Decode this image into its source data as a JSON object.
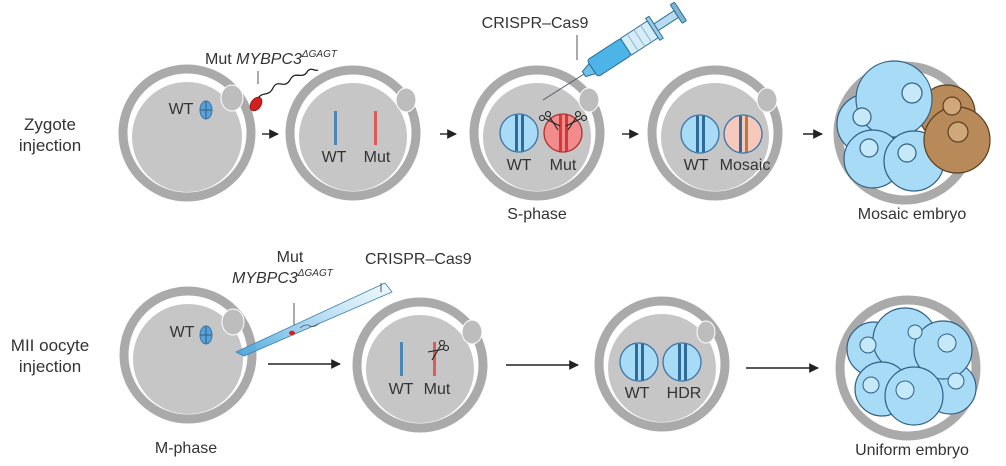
{
  "colors": {
    "zona": "#a9a9a9",
    "cytoplasm": "#c6c6c6",
    "polar_body": "#bdbdbd",
    "wt_blue": "#4a86b8",
    "wt_fill": "#a8dbf5",
    "mut_red": "#e05a5a",
    "mut_fill": "#f28c8c",
    "mosaic_fill": "#f7c8bc",
    "mosaic_brown": "#b88a5a",
    "sperm_red": "#d42020",
    "text": "#333333",
    "arrow": "#222222",
    "syringe_blue": "#6cc2ea"
  },
  "rows": [
    {
      "label_line1": "Zygote",
      "label_line2": "injection",
      "injection_label_prefix": "Mut ",
      "gene": "MYBPC3",
      "gene_superscript": "ΔGAGT",
      "crispr_label": "CRISPR–Cas9",
      "stages": [
        {
          "id": "zygote",
          "nucleus_label": "WT"
        },
        {
          "id": "pronuclei",
          "labels": [
            "WT",
            "Mut"
          ]
        },
        {
          "id": "s-phase",
          "labels": [
            "WT",
            "Mut"
          ],
          "caption": "S-phase"
        },
        {
          "id": "repaired",
          "labels": [
            "WT",
            "Mosaic"
          ]
        },
        {
          "id": "embryo",
          "caption": "Mosaic embryo"
        }
      ]
    },
    {
      "label_line1": "MII oocyte",
      "label_line2": "injection",
      "injection_label_prefix": "Mut",
      "gene": "MYBPC3",
      "gene_superscript": "ΔGAGT",
      "crispr_label": "CRISPR–Cas9",
      "stages": [
        {
          "id": "oocyte",
          "nucleus_label": "WT",
          "caption": "M-phase"
        },
        {
          "id": "pronuclei",
          "labels": [
            "WT",
            "Mut"
          ]
        },
        {
          "id": "repaired",
          "labels": [
            "WT",
            "HDR"
          ]
        },
        {
          "id": "embryo",
          "caption": "Uniform embryo"
        }
      ]
    }
  ]
}
